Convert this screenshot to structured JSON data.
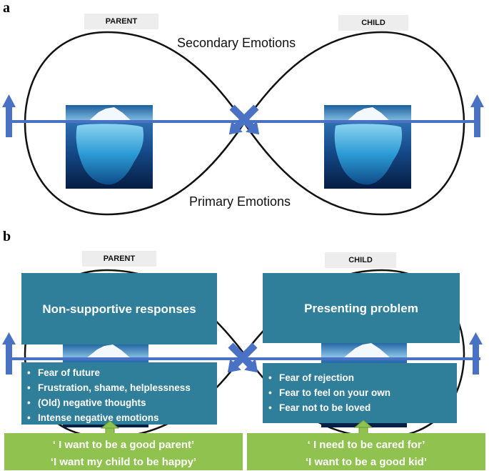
{
  "panel_a": {
    "letter": "a",
    "parent_tag": "PARENT",
    "child_tag": "CHILD",
    "secondary_label": "Secondary Emotions",
    "primary_label": "Primary Emotions"
  },
  "panel_b": {
    "letter": "b",
    "parent_tag": "PARENT",
    "child_tag": "CHILD",
    "parent_title": "Non-supportive responses",
    "child_title": "Presenting problem",
    "parent_fears": [
      "Fear of future",
      "Frustration, shame, helplessness",
      "(Old) negative thoughts",
      "Intense negative emotions"
    ],
    "child_fears": [
      "Fear of rejection",
      "Fear to feel on your own",
      "Fear not to be loved"
    ],
    "parent_needs": [
      "‘ I want to be a good parent’",
      "‘I want my child to be happy’"
    ],
    "child_needs": [
      "‘ I need to be cared for’",
      "‘I want to be a good kid’"
    ]
  },
  "colors": {
    "arrow_blue": "#4a72c4",
    "box_teal": "#2f7f9a",
    "box_green": "#8fc24e",
    "iceberg_deep": "#0a2a5a"
  }
}
